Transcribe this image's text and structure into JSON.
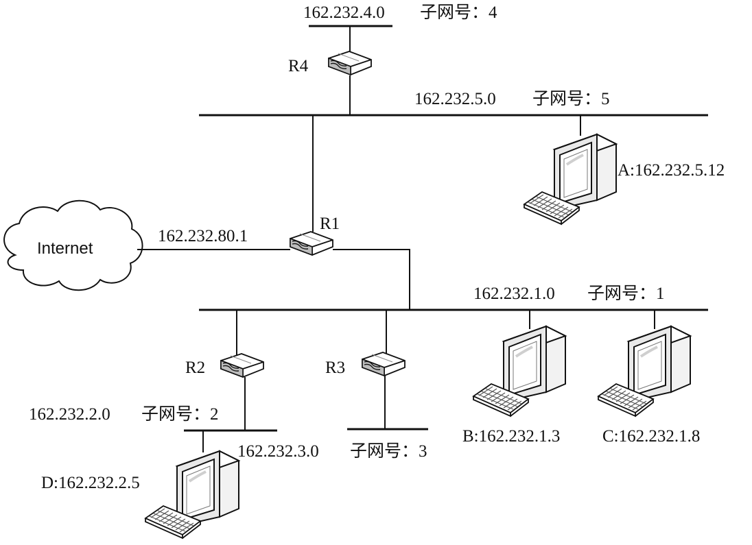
{
  "subnets": {
    "s4": {
      "ip": "162.232.4.0",
      "label": "子网号：4"
    },
    "s5": {
      "ip": "162.232.5.0",
      "label": "子网号：5"
    },
    "s1": {
      "ip": "162.232.1.0",
      "label": "子网号：1"
    },
    "s2": {
      "ip": "162.232.2.0",
      "label": "子网号：2"
    },
    "s3": {
      "ip": "162.232.3.0",
      "label": "子网号：3"
    }
  },
  "routers": {
    "r1": "R1",
    "r2": "R2",
    "r3": "R3",
    "r4": "R4"
  },
  "internet": {
    "label": "Internet",
    "link_ip": "162.232.80.1"
  },
  "hosts": {
    "a": "A:162.232.5.12",
    "b": "B:162.232.1.3",
    "c": "C:162.232.1.8",
    "d": "D:162.232.2.5"
  }
}
